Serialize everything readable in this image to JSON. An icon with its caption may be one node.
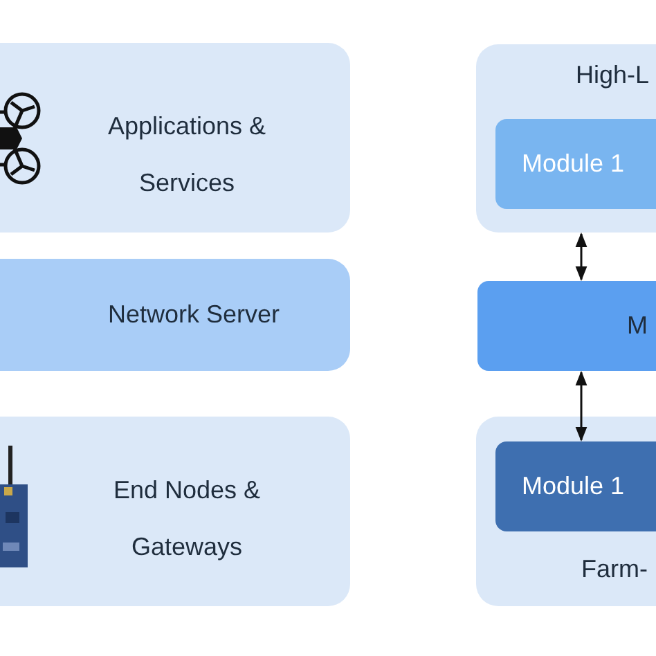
{
  "diagram": {
    "nodes": [
      {
        "text": [
          "Applications & Services"
        ]
      },
      {
        "text": [
          "Network Server"
        ]
      },
      {
        "text": [
          "End Nodes & Gateways"
        ]
      },
      {
        "text": [
          "High-L"
        ]
      },
      {
        "text": [
          "Module 1"
        ],
        "in": 3
      },
      {
        "text": [
          "M"
        ]
      },
      {
        "text": [
          "Farm-"
        ]
      },
      {
        "text": [
          "Module 1"
        ],
        "in": 6
      }
    ],
    "edges": [
      {
        "from": 3,
        "to": 5,
        "arrow": "both"
      },
      {
        "from": 5,
        "to": 7,
        "arrow": "both"
      }
    ]
  }
}
